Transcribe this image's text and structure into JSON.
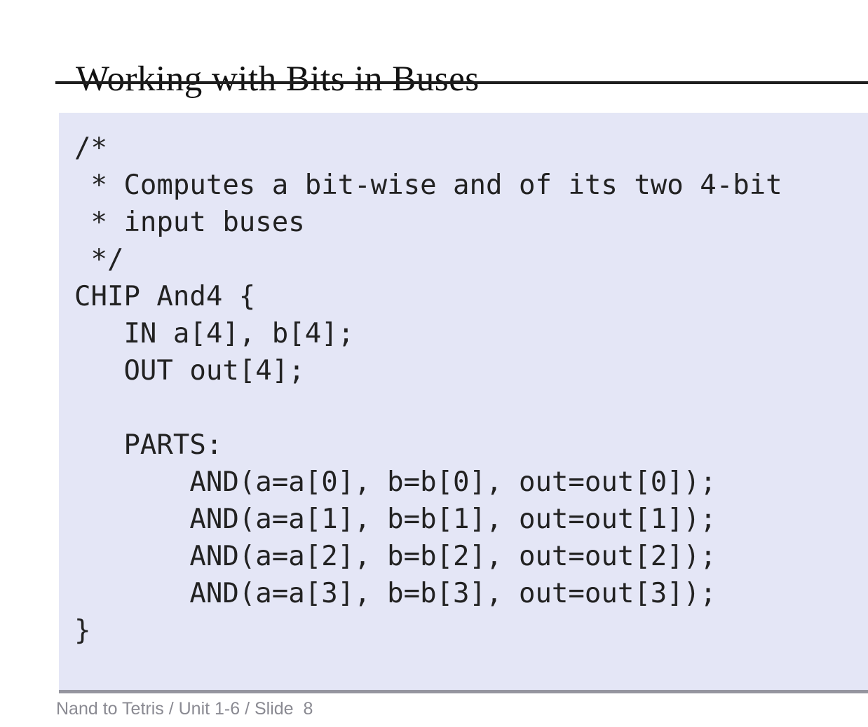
{
  "slide": {
    "title": "Working with Bits in Buses",
    "code_lines": [
      "/*",
      " * Computes a bit-wise and of its two 4-bit",
      " * input buses",
      " */",
      "CHIP And4 {",
      "   IN a[4], b[4];",
      "   OUT out[4];",
      "",
      "   PARTS:",
      "       AND(a=a[0], b=b[0], out=out[0]);",
      "       AND(a=a[1], b=b[1], out=out[1]);",
      "       AND(a=a[2], b=b[2], out=out[2]);",
      "       AND(a=a[3], b=b[3], out=out[3]);",
      "}"
    ],
    "footer": "Nand to Tetris / Unit 1-6 / Slide  8"
  },
  "colors": {
    "code_block_background": "#e4e6f6",
    "code_text": "#222222",
    "title_text": "#121212",
    "title_underline": "#1f1f1f",
    "code_block_bottom_edge": "#95959f",
    "footer_text": "#8a8a92"
  }
}
